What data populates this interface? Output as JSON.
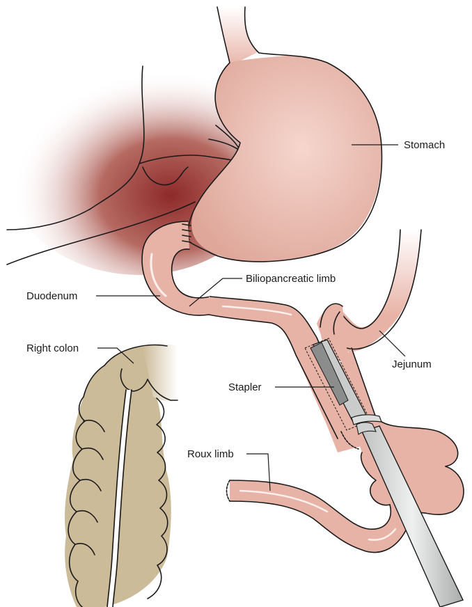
{
  "labels": {
    "stomach": "Stomach",
    "duodenum": "Duodenum",
    "biliopancreatic_limb": "Biliopancreatic limb",
    "right_colon": "Right colon",
    "jejunum": "Jejunum",
    "stapler": "Stapler",
    "roux_limb": "Roux limb"
  },
  "colors": {
    "bowel": "#e8b3a7",
    "bowel_dark": "#d48f82",
    "stomach": "#edc0b4",
    "liver": "#8f2c2c",
    "colon": "#cbbb99",
    "stapler": "#dcdedd",
    "outline": "#1a1a1a"
  }
}
